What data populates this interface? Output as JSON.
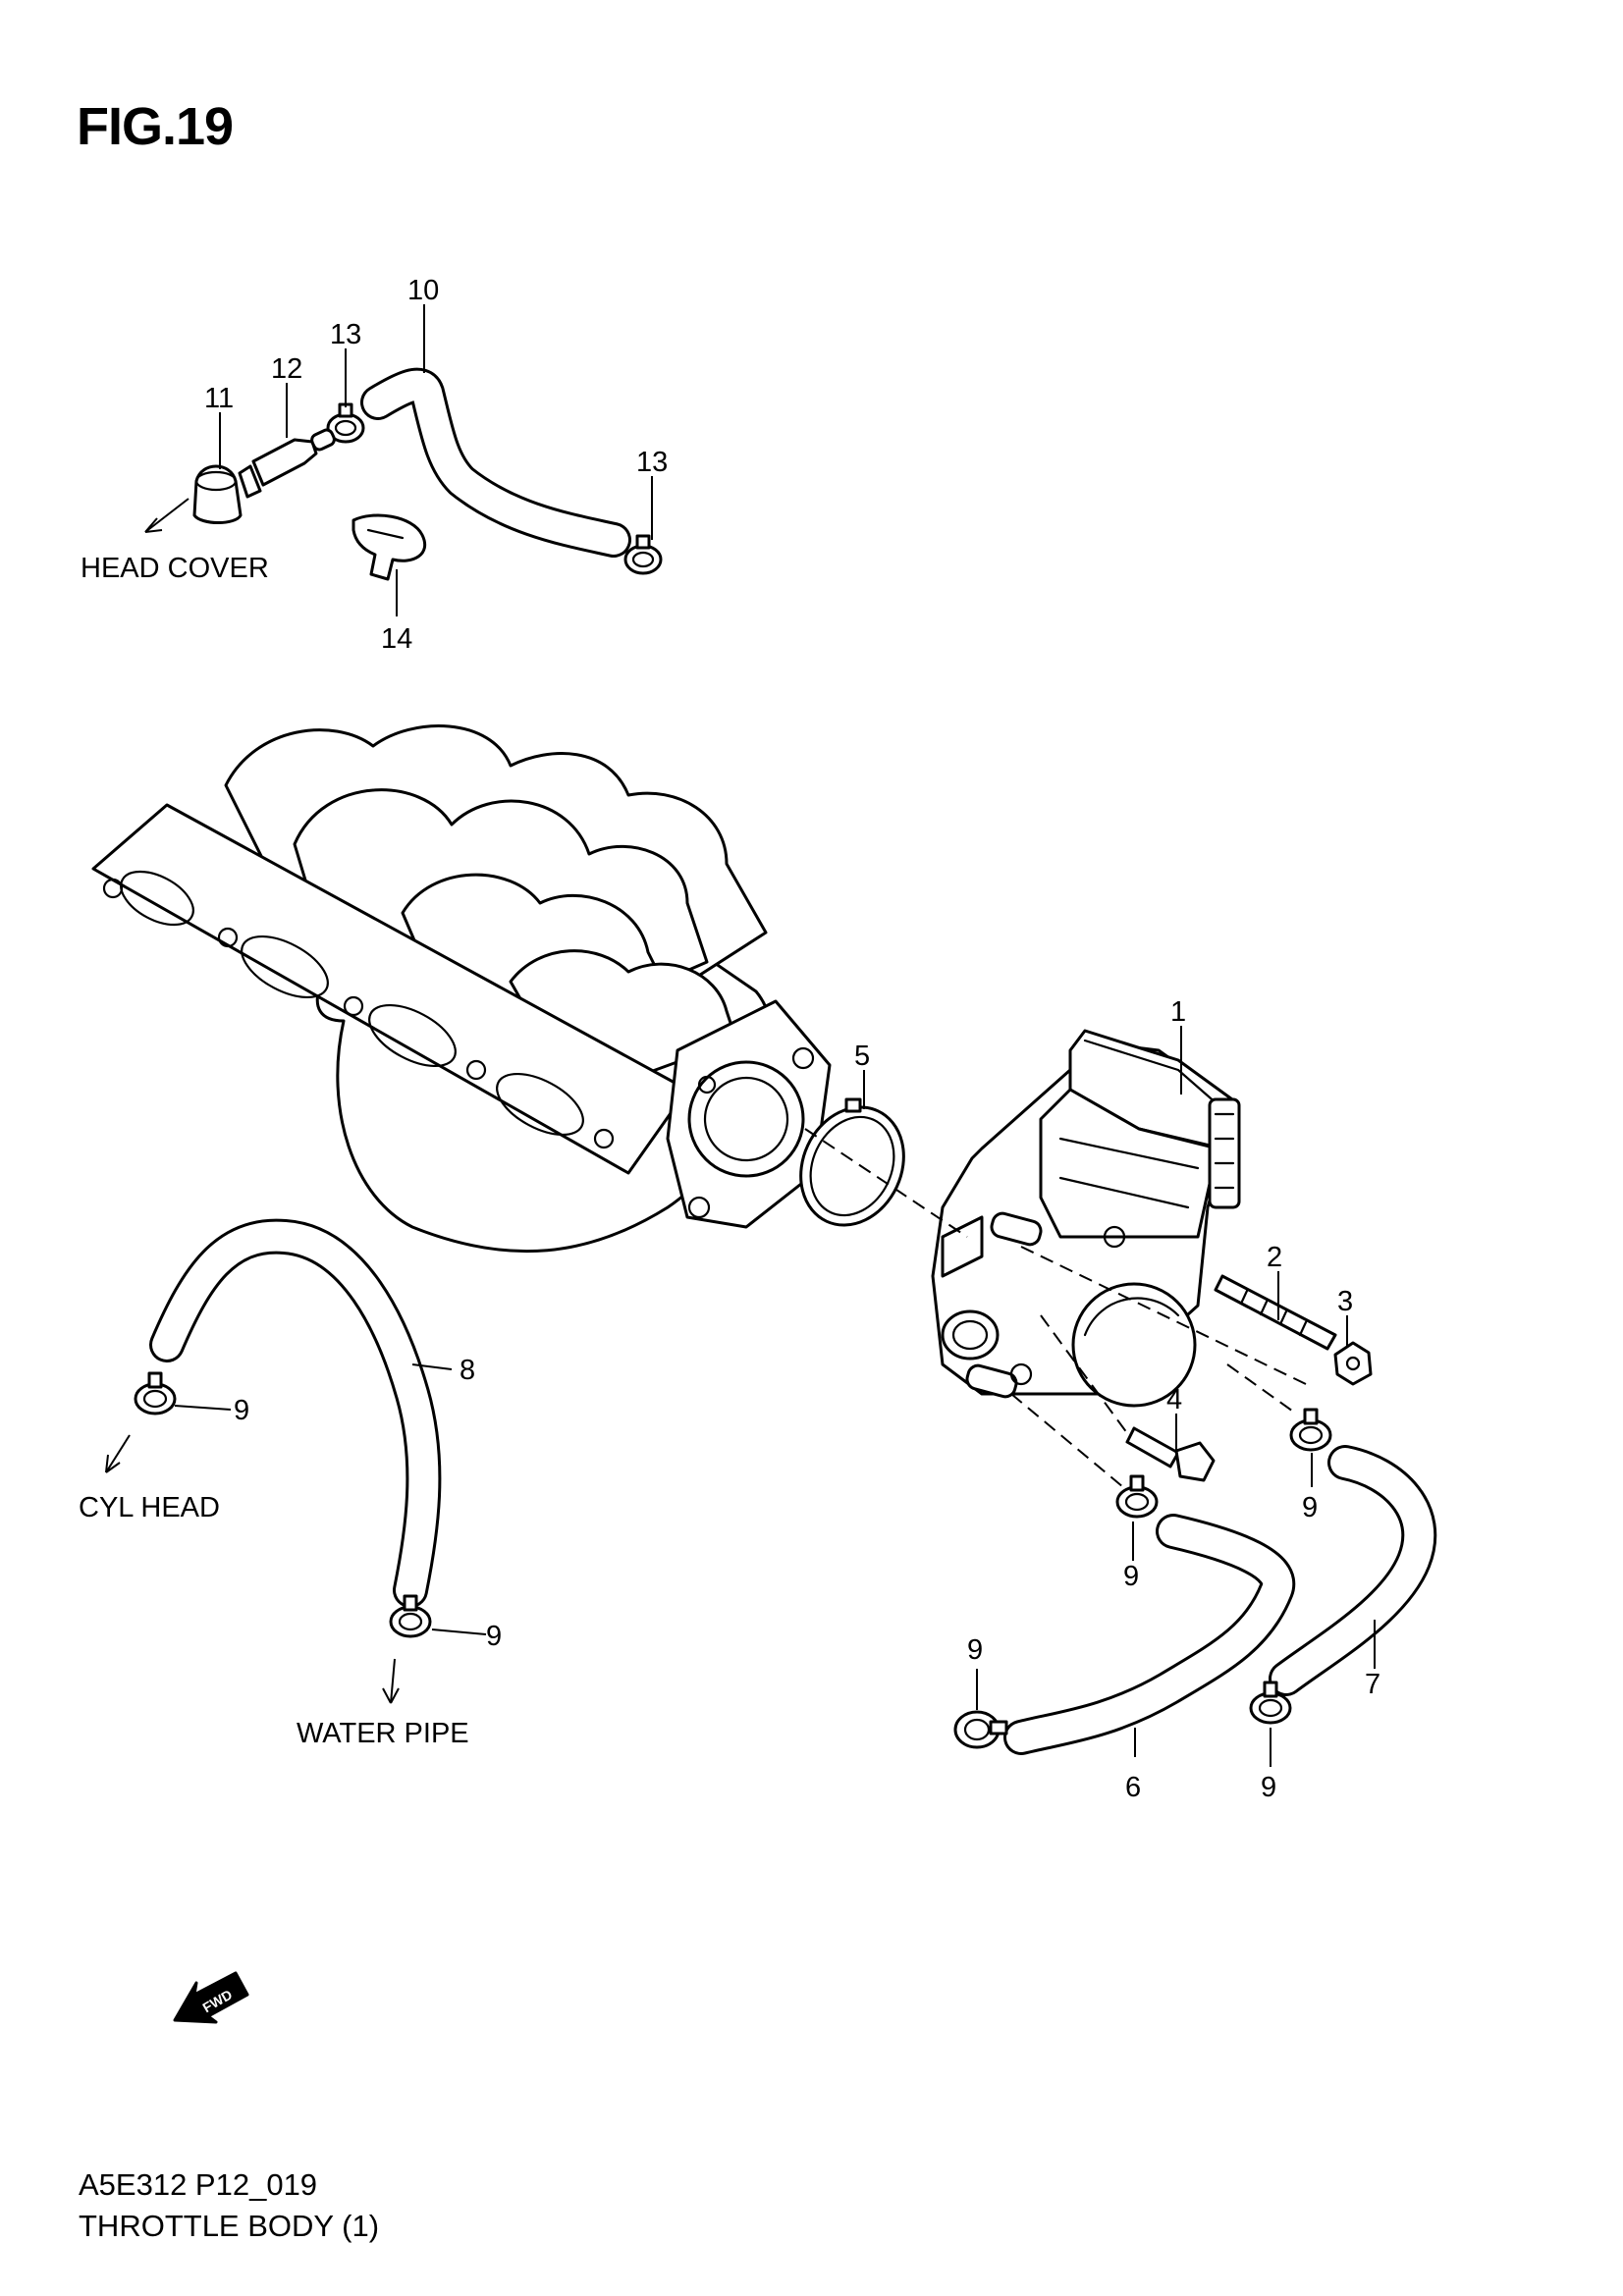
{
  "figure": {
    "title": "FIG.19"
  },
  "callouts": [
    {
      "id": "c1",
      "label": "1"
    },
    {
      "id": "c2",
      "label": "2"
    },
    {
      "id": "c3",
      "label": "3"
    },
    {
      "id": "c4",
      "label": "4"
    },
    {
      "id": "c5",
      "label": "5"
    },
    {
      "id": "c6",
      "label": "6"
    },
    {
      "id": "c7",
      "label": "7"
    },
    {
      "id": "c8",
      "label": "8"
    },
    {
      "id": "c9a",
      "label": "9"
    },
    {
      "id": "c9b",
      "label": "9"
    },
    {
      "id": "c9c",
      "label": "9"
    },
    {
      "id": "c9d",
      "label": "9"
    },
    {
      "id": "c9e",
      "label": "9"
    },
    {
      "id": "c9f",
      "label": "9"
    },
    {
      "id": "c10",
      "label": "10"
    },
    {
      "id": "c11",
      "label": "11"
    },
    {
      "id": "c12",
      "label": "12"
    },
    {
      "id": "c13a",
      "label": "13"
    },
    {
      "id": "c13b",
      "label": "13"
    },
    {
      "id": "c14",
      "label": "14"
    }
  ],
  "destinations": {
    "head_cover": "HEAD COVER",
    "cyl_head": "CYL HEAD",
    "water_pipe": "WATER PIPE"
  },
  "fwd_marker": "FWD",
  "footer": {
    "code": "A5E312 P12_019",
    "name": "THROTTLE BODY (1)"
  }
}
